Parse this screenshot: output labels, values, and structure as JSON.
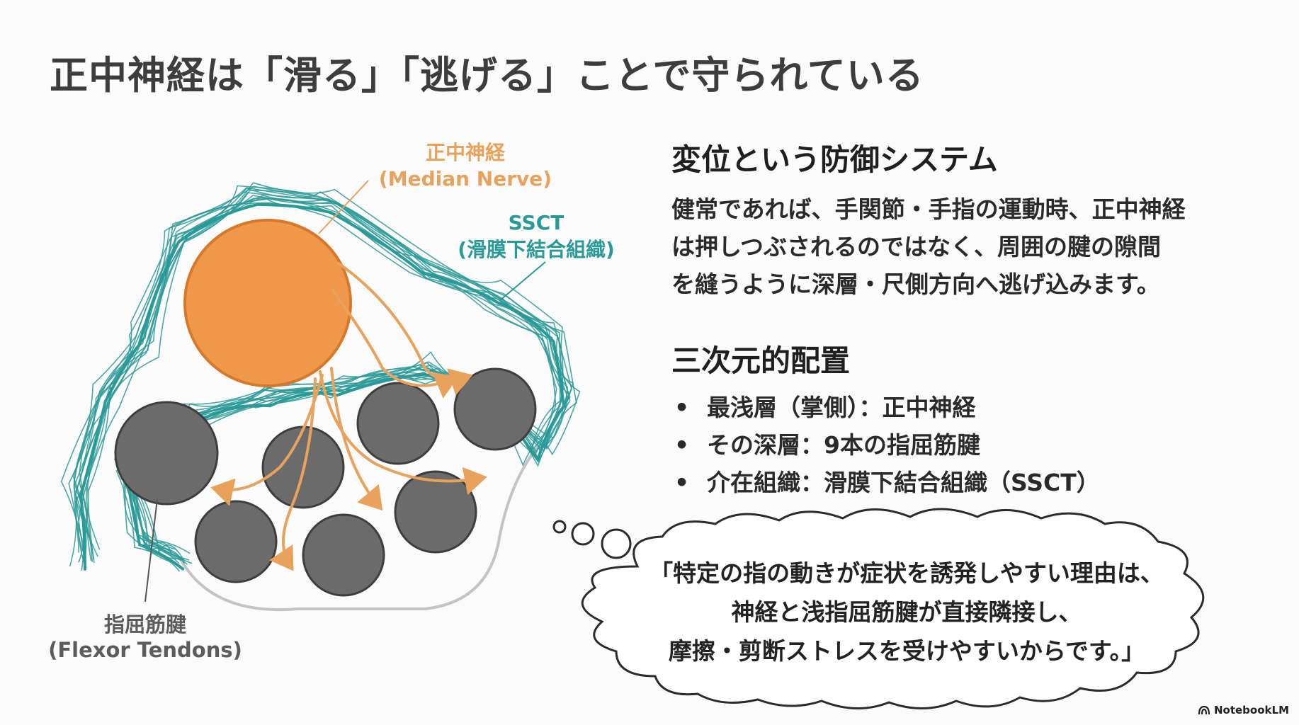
{
  "title": "正中神経は「滑る」「逃げる」ことで守られている",
  "diagram": {
    "nerve_label_jp": "正中神経",
    "nerve_label_en": "(Median Nerve)",
    "ssct_label_line1": "SSCT",
    "ssct_label_line2": "(滑膜下結合組織)",
    "tendon_label_jp": "指屈筋腱",
    "tendon_label_en": "(Flexor Tendons)",
    "colors": {
      "nerve": "#f0984a",
      "tendon": "#6b6b6b",
      "ssct": "#2a9a98",
      "arrow": "#e9a25c"
    }
  },
  "section1": {
    "heading": "変位という防御システム",
    "lines": [
      "健常であれば、手関節・手指の運動時、正中神経",
      "は押しつぶされるのではなく、周囲の腱の隙間",
      "を縫うように深層・尺側方向へ逃げ込みます。"
    ]
  },
  "section2": {
    "heading": "三次元的配置",
    "bullets": [
      "最浅層（掌側）：正中神経",
      "その深層：9本の指屈筋腱",
      "介在組織：滑膜下結合組織（SSCT）"
    ]
  },
  "thought": {
    "lines": [
      "「特定の指の動きが症状を誘発しやすい理由は、",
      "神経と浅指屈筋腱が直接隣接し、",
      "摩擦・剪断ストレスを受けやすいからです。」"
    ]
  },
  "brand": {
    "label": "NotebookLM"
  }
}
